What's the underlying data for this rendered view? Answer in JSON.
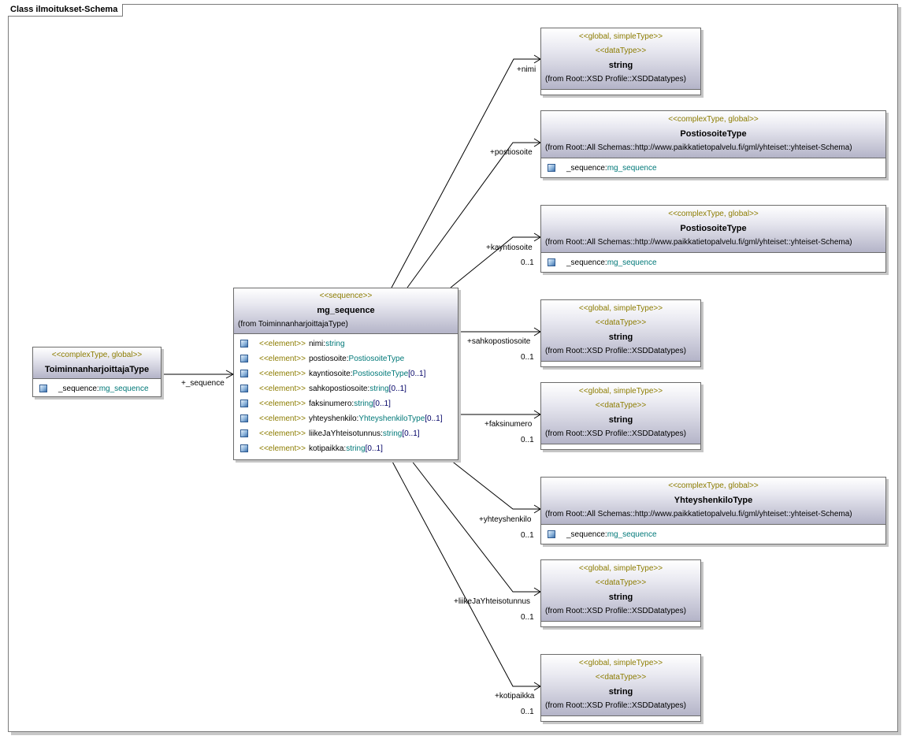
{
  "frame_title": "Class ilmoitukset-Schema",
  "element_stereo": "<<element>>",
  "toiminnan": {
    "stereotype": "<<complexType, global>>",
    "name": "ToiminnanharjoittajaType",
    "attr_name": "_sequence:",
    "attr_type": "mg_sequence"
  },
  "sequence": {
    "stereotype": "<<sequence>>",
    "name": "mg_sequence",
    "from": "(from ToiminnanharjoittajaType)",
    "attributes": [
      {
        "name": "nimi:",
        "type": "string",
        "mult": ""
      },
      {
        "name": "postiosoite:",
        "type": "PostiosoiteType",
        "mult": ""
      },
      {
        "name": "kayntiosoite:",
        "type": "PostiosoiteType",
        "mult": "[0..1]"
      },
      {
        "name": "sahkopostiosoite:",
        "type": "string",
        "mult": "[0..1]"
      },
      {
        "name": "faksinumero:",
        "type": "string",
        "mult": "[0..1]"
      },
      {
        "name": "yhteyshenkilo:",
        "type": "YhteyshenkiloType",
        "mult": "[0..1]"
      },
      {
        "name": "liikeJaYhteisotunnus:",
        "type": "string",
        "mult": "[0..1]"
      },
      {
        "name": "kotipaikka:",
        "type": "string",
        "mult": "[0..1]"
      }
    ]
  },
  "targets": {
    "string": {
      "stereotype1": "<<global, simpleType>>",
      "stereotype2": "<<dataType>>",
      "name": "string",
      "from": "(from Root::XSD Profile::XSDDatatypes)"
    },
    "postiosoite": {
      "stereotype": "<<complexType, global>>",
      "name": "PostiosoiteType",
      "from": "(from Root::All Schemas::http://www.paikkatietopalvelu.fi/gml/yhteiset::yhteiset-Schema)",
      "attr_name": "_sequence:",
      "attr_type": "mg_sequence"
    },
    "yhteyshenkilo": {
      "stereotype": "<<complexType, global>>",
      "name": "YhteyshenkiloType",
      "from": "(from Root::All Schemas::http://www.paikkatietopalvelu.fi/gml/yhteiset::yhteiset-Schema)",
      "attr_name": "_sequence:",
      "attr_type": "mg_sequence"
    }
  },
  "associations": {
    "sequence_role": "+_sequence",
    "nimi": "+nimi",
    "postiosoite": "+postiosoite",
    "kayntiosoite": "+kayntiosoite",
    "sahkopostiosoite": "+sahkopostiosoite",
    "faksinumero": "+faksinumero",
    "yhteyshenkilo": "+yhteyshenkilo",
    "liikeJaYhteisotunnus": "+liikeJaYhteisotunnus",
    "kotipaikka": "+kotipaikka",
    "multiplicity": "0..1"
  }
}
